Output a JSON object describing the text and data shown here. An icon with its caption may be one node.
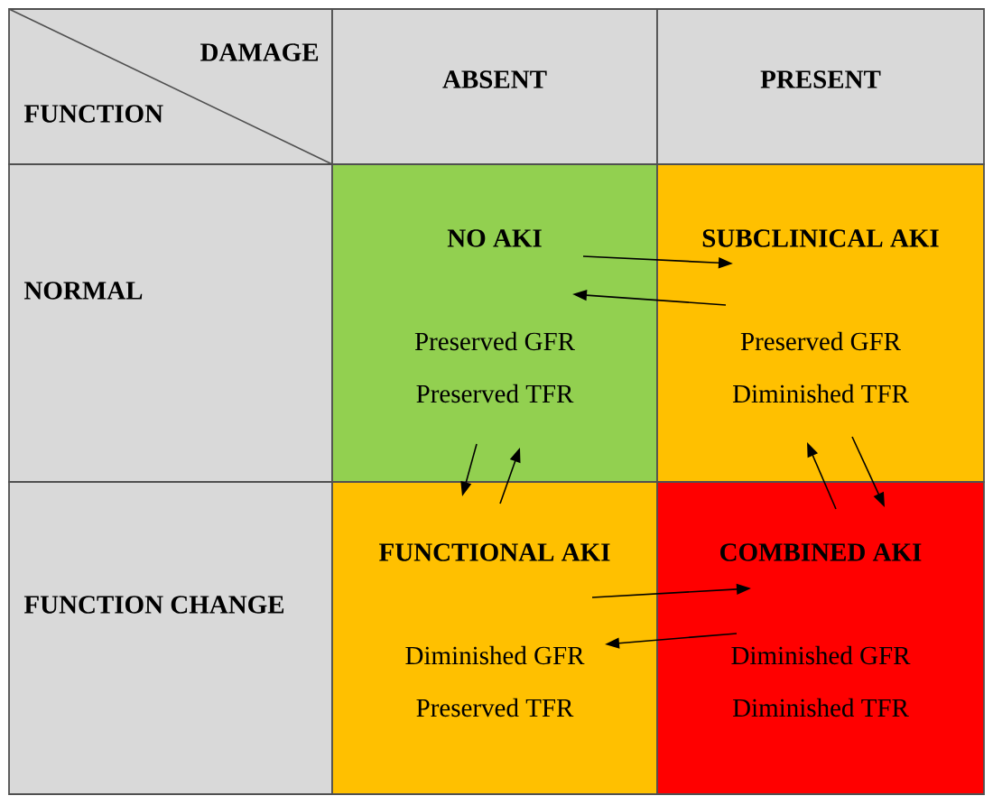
{
  "diagram": {
    "nodes": [
      {
        "text": [
          "DAMAGE",
          "FUNCTION"
        ]
      },
      {
        "text": [
          "ABSENT"
        ]
      },
      {
        "text": [
          "PRESENT"
        ]
      },
      {
        "text": [
          "NORMAL"
        ]
      },
      {
        "text": [
          "NO AKI",
          "Preserved GFR",
          "Preserved TFR"
        ]
      },
      {
        "text": [
          "SUBCLINICAL AKI",
          "Preserved GFR",
          "Diminished TFR"
        ]
      },
      {
        "text": [
          "FUNCTION CHANGE"
        ]
      },
      {
        "text": [
          "FUNCTIONAL AKI",
          "Diminished GFR",
          "Preserved TFR"
        ]
      },
      {
        "text": [
          "COMBINED AKI",
          "Diminished GFR",
          "Diminished TFR"
        ]
      }
    ],
    "edges": [
      {
        "from": 4,
        "to": 5,
        "arrow": "to"
      },
      {
        "from": 5,
        "to": 4,
        "arrow": "to"
      },
      {
        "from": 4,
        "to": 7,
        "arrow": "to"
      },
      {
        "from": 7,
        "to": 4,
        "arrow": "to"
      },
      {
        "from": 5,
        "to": 8,
        "arrow": "to"
      },
      {
        "from": 8,
        "to": 5,
        "arrow": "to"
      },
      {
        "from": 7,
        "to": 8,
        "arrow": "to"
      },
      {
        "from": 8,
        "to": 7,
        "arrow": "to"
      }
    ]
  }
}
